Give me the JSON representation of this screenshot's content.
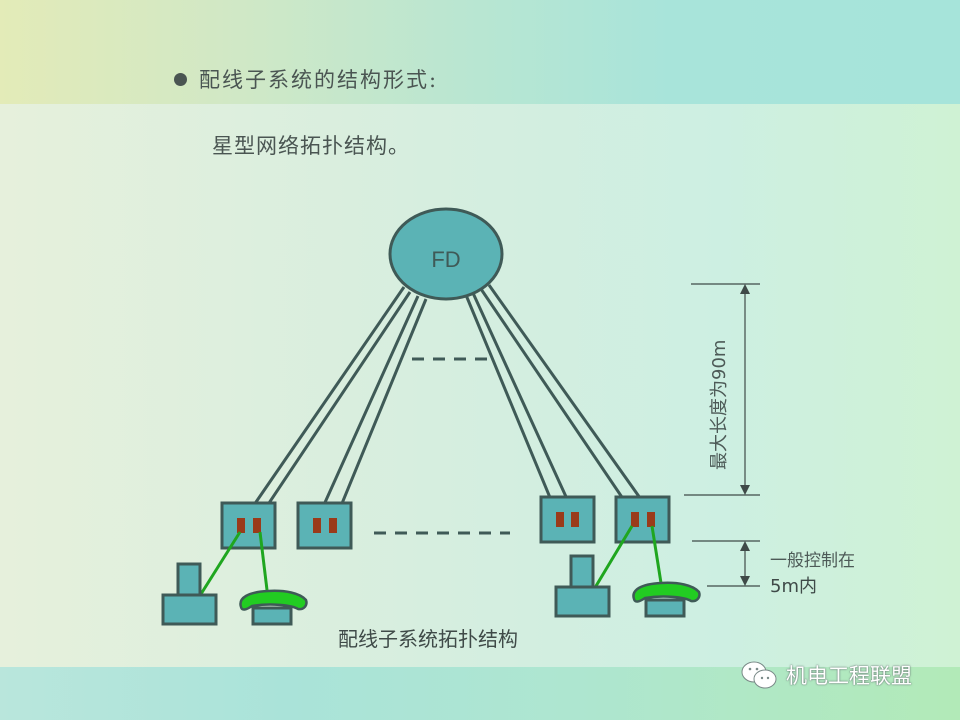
{
  "slide": {
    "heading": "配线子系统的结构形式:",
    "subheading": "星型网络拓扑结构。",
    "caption": "配线子系统拓扑结构",
    "watermark": "机电工程联盟"
  },
  "diagram": {
    "hub_label": "FD",
    "max_length_label": "最大长度为90m",
    "patch_length_label_line1": "一般控制在",
    "patch_length_label_line2": "5m内",
    "ellipsis_upper": "- - - -",
    "ellipsis_lower": "- - - - - - -",
    "outlets": [
      {
        "name": "outlet-1",
        "has_devices": true
      },
      {
        "name": "outlet-2",
        "has_devices": false
      },
      {
        "name": "outlet-3",
        "has_devices": false
      },
      {
        "name": "outlet-4",
        "has_devices": true
      }
    ],
    "colors": {
      "node_fill": "#5bb3b5",
      "stroke": "#3f5a57",
      "port": "#9a3a1a",
      "patch_cord": "#1fa61f",
      "phone": "#22cc22"
    }
  }
}
